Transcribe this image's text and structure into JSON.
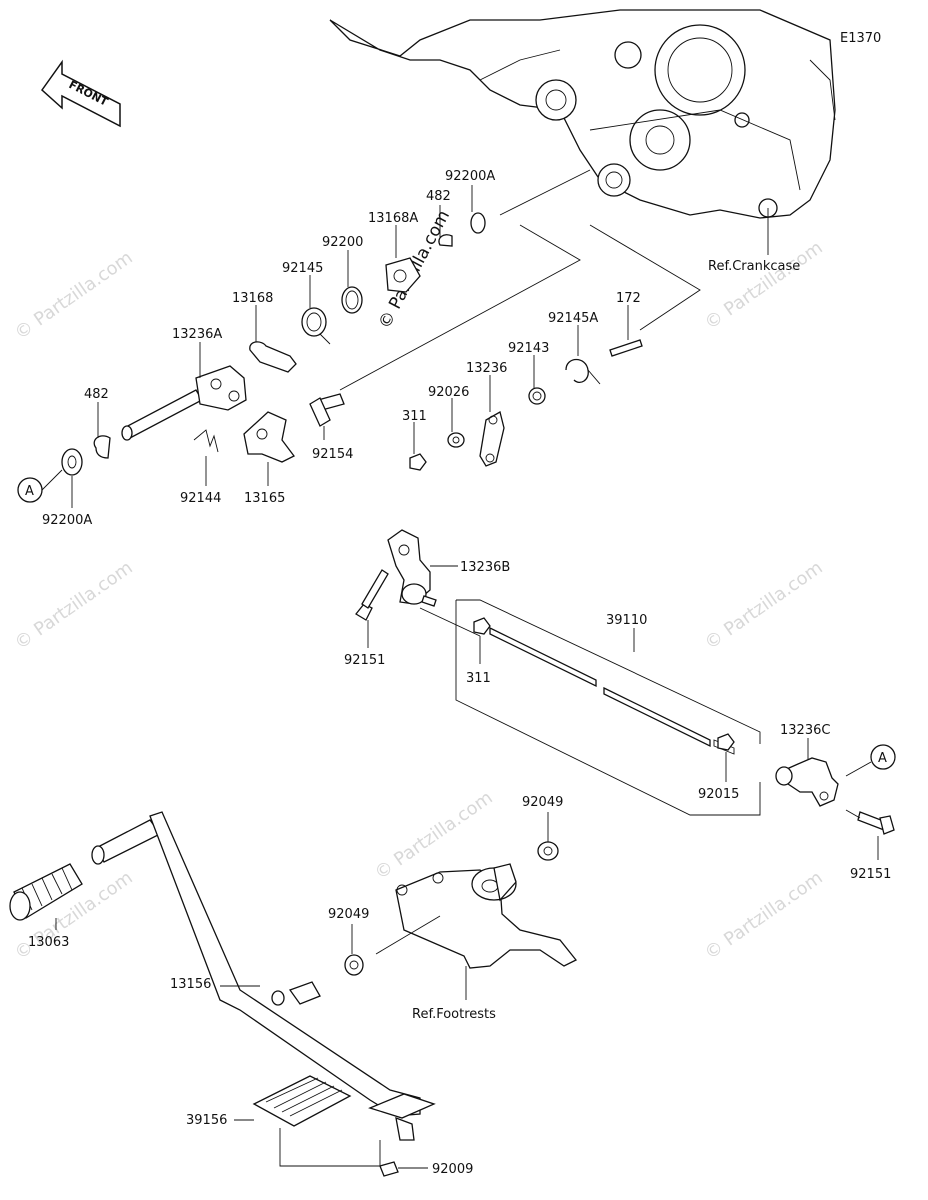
{
  "diagram_code": "E1370",
  "front_label": "FRONT",
  "watermark": "© Partzilla.com",
  "callout_a": "A",
  "refs": {
    "crankcase": "Ref.Crankcase",
    "footrests": "Ref.Footrests"
  },
  "parts": [
    {
      "id": "p92200A_top",
      "number": "92200A"
    },
    {
      "id": "p482_top",
      "number": "482"
    },
    {
      "id": "p13168A",
      "number": "13168A"
    },
    {
      "id": "p92200",
      "number": "92200"
    },
    {
      "id": "p92145",
      "number": "92145"
    },
    {
      "id": "p13168",
      "number": "13168"
    },
    {
      "id": "p13236A",
      "number": "13236A"
    },
    {
      "id": "p482_left",
      "number": "482"
    },
    {
      "id": "p92200A_left",
      "number": "92200A"
    },
    {
      "id": "p92144",
      "number": "92144"
    },
    {
      "id": "p13165",
      "number": "13165"
    },
    {
      "id": "p92154",
      "number": "92154"
    },
    {
      "id": "p172",
      "number": "172"
    },
    {
      "id": "p92145A",
      "number": "92145A"
    },
    {
      "id": "p92143",
      "number": "92143"
    },
    {
      "id": "p13236",
      "number": "13236"
    },
    {
      "id": "p92026",
      "number": "92026"
    },
    {
      "id": "p311_top",
      "number": "311"
    },
    {
      "id": "p13236B",
      "number": "13236B"
    },
    {
      "id": "p92151_left",
      "number": "92151"
    },
    {
      "id": "p39110",
      "number": "39110"
    },
    {
      "id": "p311_mid",
      "number": "311"
    },
    {
      "id": "p13236C",
      "number": "13236C"
    },
    {
      "id": "p92015",
      "number": "92015"
    },
    {
      "id": "p92151_right",
      "number": "92151"
    },
    {
      "id": "p92049_top",
      "number": "92049"
    },
    {
      "id": "p92049_mid",
      "number": "92049"
    },
    {
      "id": "p13063",
      "number": "13063"
    },
    {
      "id": "p13156",
      "number": "13156"
    },
    {
      "id": "p39156",
      "number": "39156"
    },
    {
      "id": "p92009",
      "number": "92009"
    }
  ]
}
